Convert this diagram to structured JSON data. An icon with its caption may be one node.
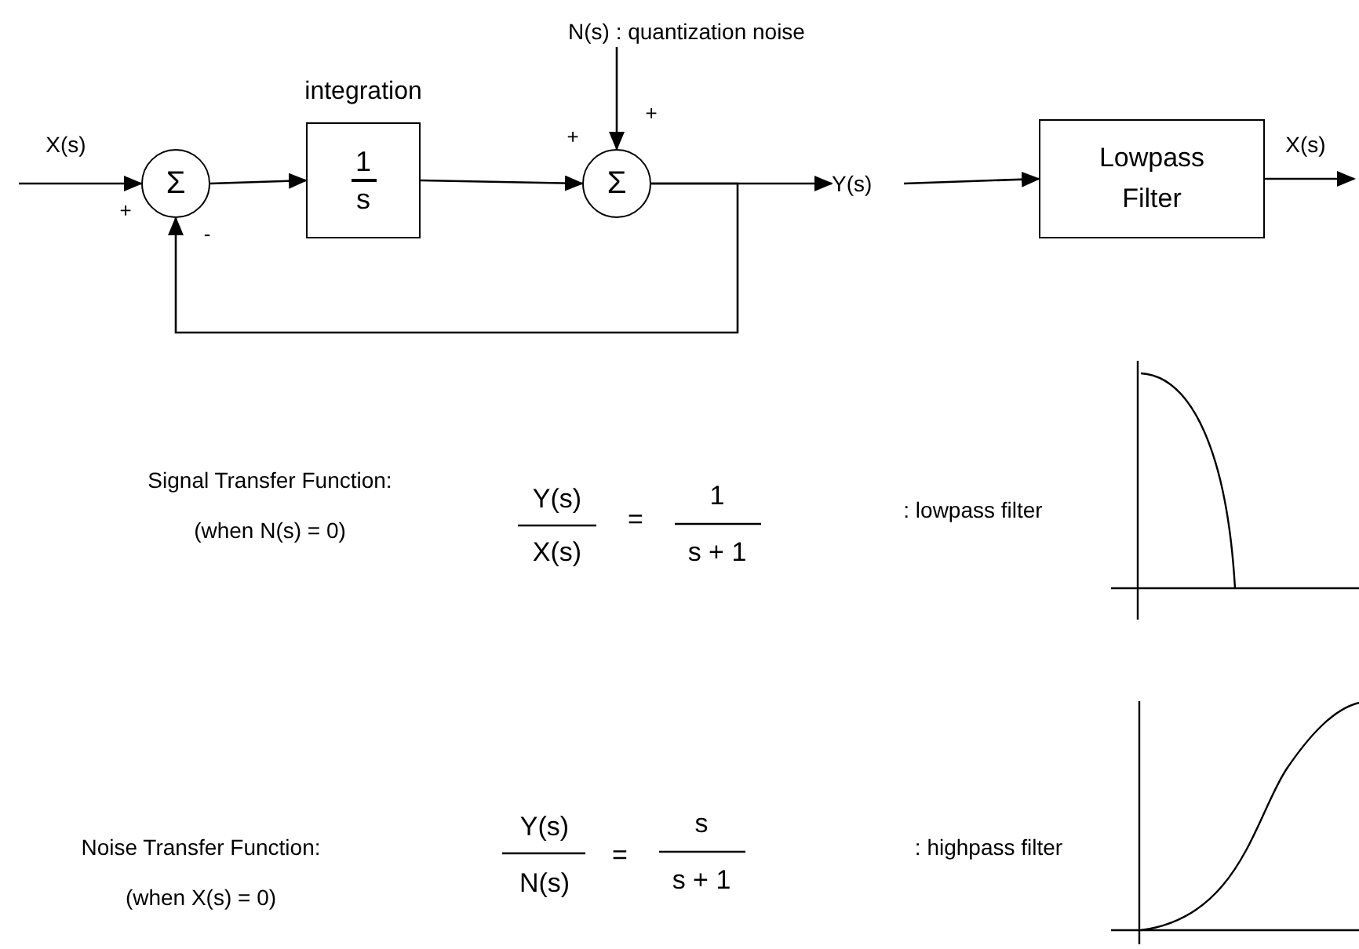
{
  "diagram": {
    "nodes": [
      {
        "text": [
          "Σ"
        ]
      },
      {
        "text": [
          "integration",
          "1",
          "s"
        ]
      },
      {
        "text": [
          "Σ"
        ]
      },
      {
        "text": [
          "N(s) : quantization noise"
        ]
      },
      {
        "text": [
          "Y(s)"
        ]
      },
      {
        "text": [
          "Lowpass Filter"
        ]
      }
    ],
    "edges": [
      {
        "from": null,
        "to": 0,
        "arrow": "to",
        "label": "X(s)"
      },
      {
        "from": 0,
        "to": 1,
        "arrow": "to"
      },
      {
        "from": 1,
        "to": 2,
        "arrow": "to"
      },
      {
        "from": 3,
        "to": 2,
        "arrow": "to"
      },
      {
        "from": 2,
        "to": 4,
        "arrow": "to"
      },
      {
        "from": 4,
        "to": 5,
        "arrow": "to"
      },
      {
        "from": 5,
        "to": null,
        "arrow": "to",
        "label": "X(s)"
      },
      {
        "from": 2,
        "to": 0,
        "arrow": "to"
      }
    ],
    "labels": [
      "+",
      "+",
      "+",
      "-",
      "Signal Transfer Function:",
      "(when N(s) = 0)",
      "Y(s)",
      "X(s)",
      "=",
      "1",
      "s + 1",
      ": lowpass filter",
      "Noise Transfer Function:",
      "(when X(s) = 0)",
      "Y(s)",
      "N(s)",
      "=",
      "s",
      "s + 1",
      ": highpass filter"
    ]
  }
}
